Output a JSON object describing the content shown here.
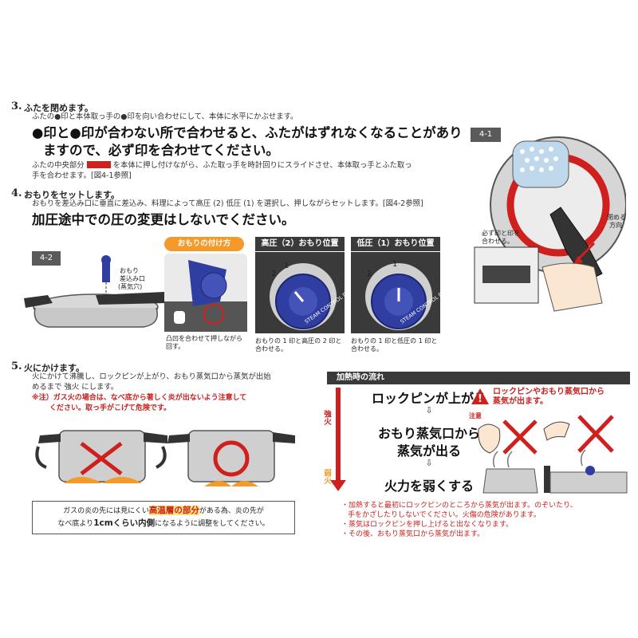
{
  "step3": {
    "num": "3.",
    "title": "ふたを閉めます。",
    "line1": "ふたの●印と本体取っ手の●印を向い合わせにして、本体に水平にかぶせます。",
    "warn1": "●印と●印が合わない所で合わせると、ふたがはずれなくなることがあり",
    "warn2": "ますので、必ず印を合わせてください。",
    "line2a": "ふたの中央部分",
    "line2b": "を本体に押し付けながら、ふた取っ手を時計回りにスライドさせ、本体取っ手とふた取っ",
    "line3": "手を合わせます。[図4-1参照]"
  },
  "fig41": {
    "tag": "4-1",
    "label_mark1": "必ず印と印を",
    "label_mark2": "合わせる。",
    "label_dir1": "閉める",
    "label_dir2": "方向"
  },
  "step4": {
    "num": "4.",
    "title": "おもりをセットします。",
    "line1": "おもりを差込み口に垂直に差込み、料理によって高圧 (2) 低圧 (1) を選択し、押しながらセットします。[図4-2参照]",
    "warn": "加圧途中での圧の変更はしないでください。"
  },
  "fig42": {
    "tag": "4-2",
    "label1": "おもり",
    "label2": "差込み口",
    "label3": "(蒸気穴)",
    "howto_head": "おもりの付け方",
    "howto_cap1": "凸凹を合わせて押しながら",
    "howto_cap2": "回す。",
    "high_head": "高圧（2）おもり位置",
    "high_cap1": "おもりの 1 印と高圧の 2 印と",
    "high_cap2": "合わせる。",
    "low_head": "低圧（1）おもり位置",
    "low_cap1": "おもりの 1 印と低圧の 1 印と",
    "low_cap2": "合わせる。",
    "dial_text": "STEAM CONTROL DIAL"
  },
  "step5": {
    "num": "5.",
    "title": "火にかけます。",
    "line1": "火にかけて沸騰し、ロックピンが上がり、おもり蒸気口から蒸気が出始",
    "line2": "めるまで 強火 にします。",
    "note1": "※注）ガス火の場合は、なべ底から著しく炎が出ないよう注意して",
    "note2": "ください。取っ手がこげて危険です。",
    "box1a": "ガスの炎の先には見にくい",
    "box1b": "高温層の部分",
    "box1c": "がある為、炎の先が",
    "box2a": "なべ底より",
    "box2b": "1cmくらい内側",
    "box2c": "になるように調整をしてください。"
  },
  "heating": {
    "head": "加熱時の流れ",
    "strong": "強火",
    "weak": "弱火",
    "flow1": "ロックピンが上がる",
    "arrow": "⇩",
    "flow2a": "おもり蒸気口から",
    "flow2b": "蒸気が出る",
    "flow3": "火力を弱くする",
    "warn_title1": "ロックピンやおもり蒸気口から",
    "warn_title2": "蒸気が出ます。",
    "caution": "注意",
    "b1": "・加熱すると最初にロックピンのところから蒸気が出ます。のぞいたり、",
    "b1b": "手をかざしたりしないでください。火傷の危険があります。",
    "b2": "・蒸気はロックピンを押し上げると出なくなります。",
    "b3": "・その後、おもり蒸気口から蒸気が出ます。"
  }
}
